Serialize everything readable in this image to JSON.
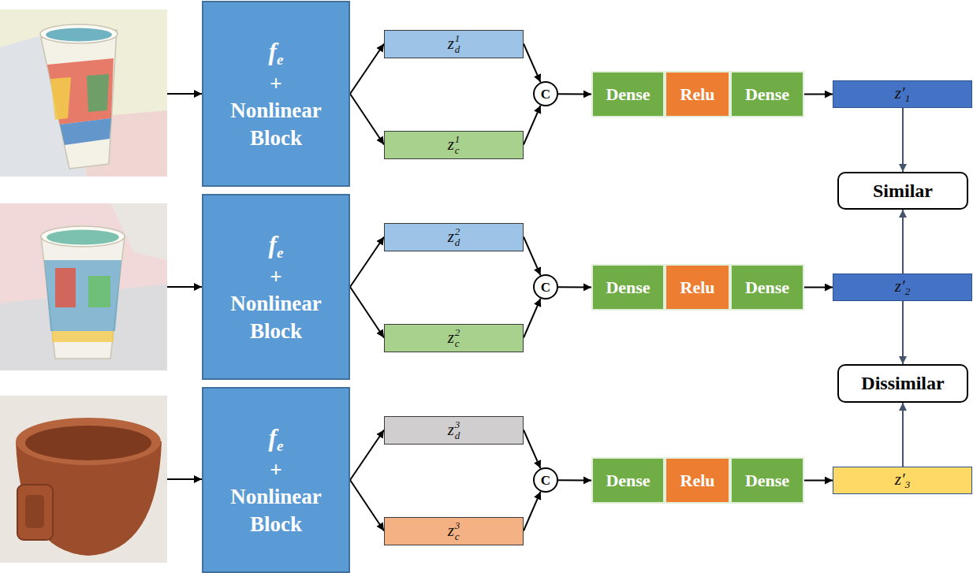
{
  "diagram": {
    "nodes": [
      {
        "text": [
          "f",
          "e",
          "+",
          "Nonlinear Block"
        ]
      },
      {
        "text": [
          "z",
          "d",
          "1"
        ]
      },
      {
        "text": [
          "z",
          "c",
          "1"
        ]
      },
      {
        "text": [
          "C"
        ]
      },
      {
        "text": [
          "Dense"
        ]
      },
      {
        "text": [
          "Relu"
        ]
      },
      {
        "text": [
          "Dense"
        ]
      },
      {
        "text": [
          "z′",
          "1"
        ]
      },
      {
        "text": [
          "Similar"
        ]
      },
      {
        "text": [
          "f",
          "e",
          "+",
          "Nonlinear Block"
        ]
      },
      {
        "text": [
          "z",
          "d",
          "2"
        ]
      },
      {
        "text": [
          "z",
          "c",
          "2"
        ]
      },
      {
        "text": [
          "C"
        ]
      },
      {
        "text": [
          "Dense"
        ]
      },
      {
        "text": [
          "Relu"
        ]
      },
      {
        "text": [
          "Dense"
        ]
      },
      {
        "text": [
          "z′",
          "2"
        ]
      },
      {
        "text": [
          "Dissimilar"
        ]
      },
      {
        "text": [
          "f",
          "e",
          "+",
          "Nonlinear Block"
        ]
      },
      {
        "text": [
          "z",
          "d",
          "3"
        ]
      },
      {
        "text": [
          "z",
          "c",
          "3"
        ]
      },
      {
        "text": [
          "C"
        ]
      },
      {
        "text": [
          "Dense"
        ]
      },
      {
        "text": [
          "Relu"
        ]
      },
      {
        "text": [
          "Dense"
        ]
      },
      {
        "text": [
          "z′",
          "3"
        ]
      }
    ],
    "edges": [
      {
        "from": 0,
        "to": 1,
        "arrow": "to"
      },
      {
        "from": 0,
        "to": 2,
        "arrow": "to"
      },
      {
        "from": 1,
        "to": 3,
        "arrow": "to"
      },
      {
        "from": 2,
        "to": 3,
        "arrow": "to"
      },
      {
        "from": 3,
        "to": 4,
        "arrow": "to"
      },
      {
        "from": 6,
        "to": 7,
        "arrow": "to"
      },
      {
        "from": 9,
        "to": 10,
        "arrow": "to"
      },
      {
        "from": 9,
        "to": 11,
        "arrow": "to"
      },
      {
        "from": 10,
        "to": 12,
        "arrow": "to"
      },
      {
        "from": 11,
        "to": 12,
        "arrow": "to"
      },
      {
        "from": 12,
        "to": 13,
        "arrow": "to"
      },
      {
        "from": 15,
        "to": 16,
        "arrow": "to"
      },
      {
        "from": 18,
        "to": 19,
        "arrow": "to"
      },
      {
        "from": 18,
        "to": 20,
        "arrow": "to"
      },
      {
        "from": 19,
        "to": 21,
        "arrow": "to"
      },
      {
        "from": 20,
        "to": 21,
        "arrow": "to"
      },
      {
        "from": 21,
        "to": 22,
        "arrow": "to"
      },
      {
        "from": 24,
        "to": 25,
        "arrow": "to"
      },
      {
        "from": 7,
        "to": 8,
        "arrow": "to"
      },
      {
        "from": 16,
        "to": 8,
        "arrow": "to"
      },
      {
        "from": 16,
        "to": 17,
        "arrow": "to"
      },
      {
        "from": 25,
        "to": 17,
        "arrow": "to"
      }
    ]
  }
}
